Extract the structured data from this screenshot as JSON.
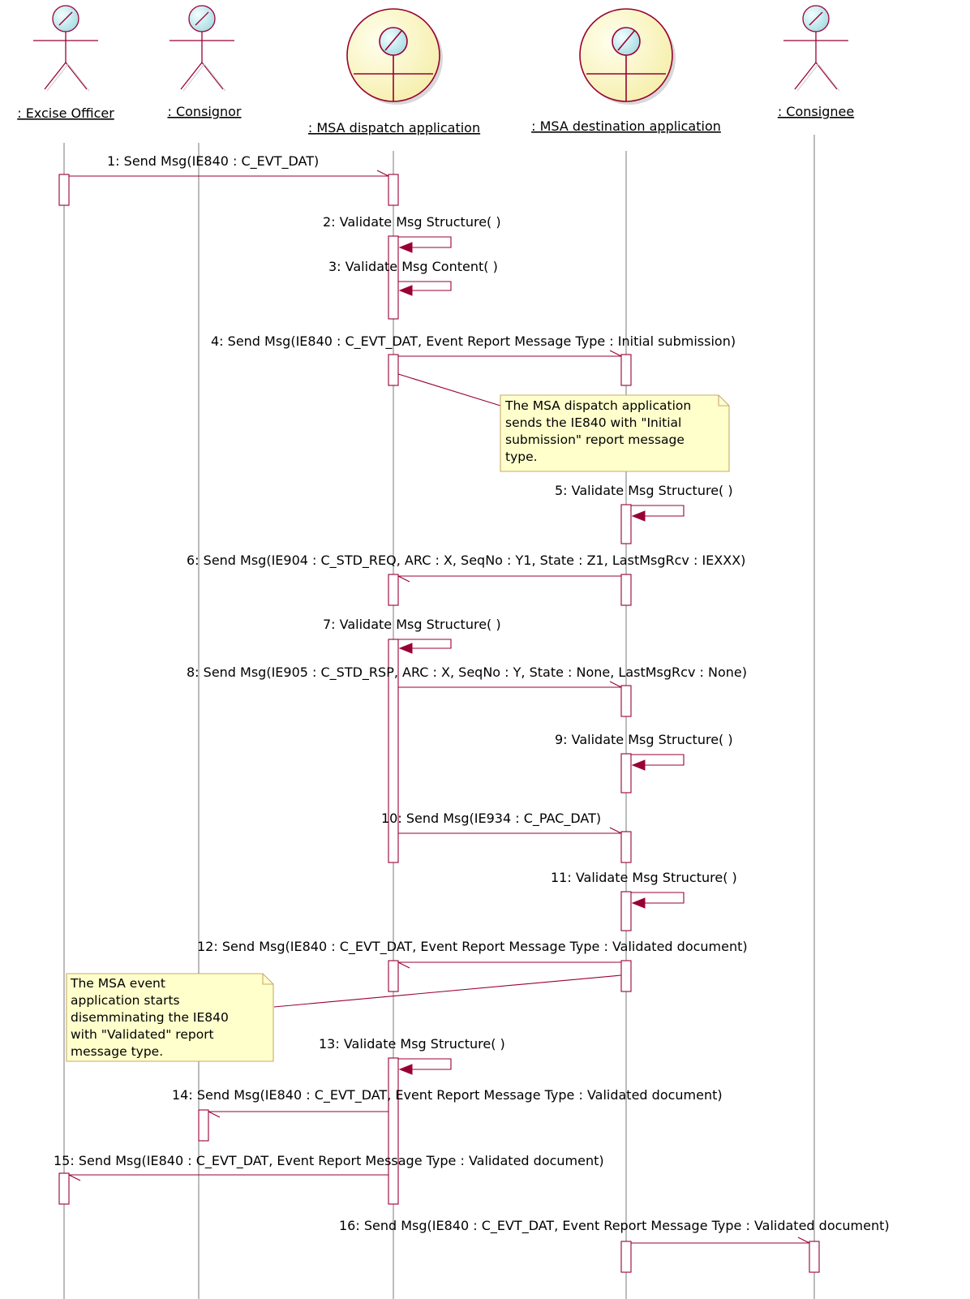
{
  "colors": {
    "line": "#990033",
    "lifeline": "#7a7a7a",
    "actor_fill": "#ffffcc",
    "head_fill": "#c9f0f4",
    "note_fill": "#ffffcc",
    "note_border": "#c8a96e"
  },
  "participants": [
    {
      "id": "excise-officer",
      "kind": "stick",
      "label": ": Excise Officer"
    },
    {
      "id": "consignor",
      "kind": "stick",
      "label": ": Consignor"
    },
    {
      "id": "msa-dispatch",
      "kind": "circle",
      "label": ": MSA dispatch application"
    },
    {
      "id": "msa-destination",
      "kind": "circle",
      "label": ": MSA destination application"
    },
    {
      "id": "consignee",
      "kind": "stick",
      "label": ": Consignee"
    }
  ],
  "messages": [
    {
      "label": "1: Send Msg(IE840 : C_EVT_DAT)",
      "from": "excise-officer",
      "to": "msa-dispatch"
    },
    {
      "label": "2: Validate Msg Structure( )",
      "from": "msa-dispatch",
      "to": "msa-dispatch"
    },
    {
      "label": "3: Validate Msg Content( )",
      "from": "msa-dispatch",
      "to": "msa-dispatch"
    },
    {
      "label": "4: Send Msg(IE840 : C_EVT_DAT, Event Report Message Type : Initial submission)",
      "from": "msa-dispatch",
      "to": "msa-destination"
    },
    {
      "label": "5: Validate Msg Structure( )",
      "from": "msa-destination",
      "to": "msa-destination"
    },
    {
      "label": "6: Send Msg(IE904 : C_STD_REQ, ARC : X, SeqNo : Y1, State : Z1, LastMsgRcv : IEXXX)",
      "from": "msa-destination",
      "to": "msa-dispatch"
    },
    {
      "label": "7: Validate Msg Structure( )",
      "from": "msa-dispatch",
      "to": "msa-dispatch"
    },
    {
      "label": "8: Send Msg(IE905 : C_STD_RSP, ARC : X, SeqNo : Y, State : None, LastMsgRcv : None)",
      "from": "msa-dispatch",
      "to": "msa-destination"
    },
    {
      "label": "9: Validate Msg Structure( )",
      "from": "msa-destination",
      "to": "msa-destination"
    },
    {
      "label": "10: Send Msg(IE934 : C_PAC_DAT)",
      "from": "msa-dispatch",
      "to": "msa-destination"
    },
    {
      "label": "11: Validate Msg Structure( )",
      "from": "msa-destination",
      "to": "msa-destination"
    },
    {
      "label": "12: Send Msg(IE840 : C_EVT_DAT, Event Report Message Type : Validated document)",
      "from": "msa-destination",
      "to": "msa-dispatch"
    },
    {
      "label": "13: Validate Msg Structure( )",
      "from": "msa-dispatch",
      "to": "msa-dispatch"
    },
    {
      "label": "14: Send Msg(IE840 : C_EVT_DAT, Event Report Message Type : Validated document)",
      "from": "msa-dispatch",
      "to": "consignor"
    },
    {
      "label": "15: Send Msg(IE840 : C_EVT_DAT, Event Report Message Type : Validated document)",
      "from": "msa-dispatch",
      "to": "excise-officer"
    },
    {
      "label": "16: Send Msg(IE840 : C_EVT_DAT, Event Report Message Type : Validated document)",
      "from": "msa-destination",
      "to": "consignee"
    }
  ],
  "notes": [
    {
      "lines": [
        "The MSA dispatch application",
        "sends the IE840 with \"Initial",
        "submission\" report message",
        "type."
      ]
    },
    {
      "lines": [
        "The MSA event",
        "application starts",
        "disemminating the IE840",
        "with \"Validated\" report",
        "message type."
      ]
    }
  ]
}
